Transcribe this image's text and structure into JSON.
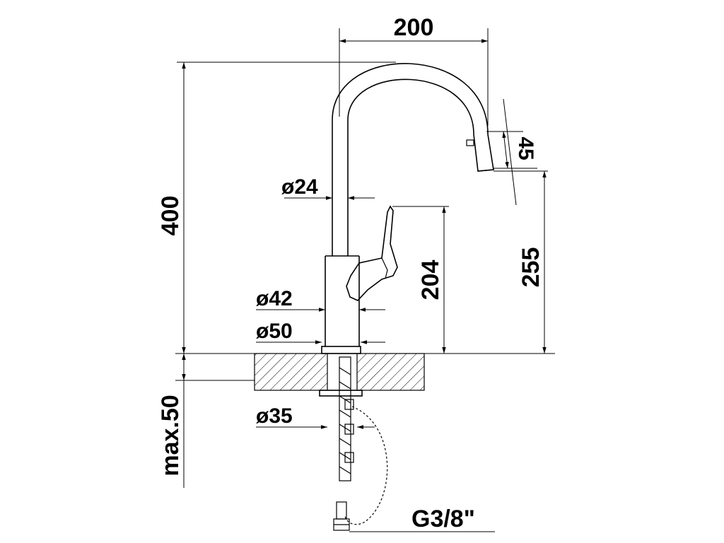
{
  "dimensions": {
    "spout_reach": "200",
    "total_height": "400",
    "spout_angle_height": "45",
    "spout_diameter": "ø24",
    "lever_height": "204",
    "outlet_height": "255",
    "body_diameter": "ø42",
    "base_diameter": "ø50",
    "mounting_thickness": "max.50",
    "hole_diameter": "ø35",
    "connection_thread": "G3/8\""
  },
  "colors": {
    "line": "#000000",
    "background": "#ffffff"
  }
}
